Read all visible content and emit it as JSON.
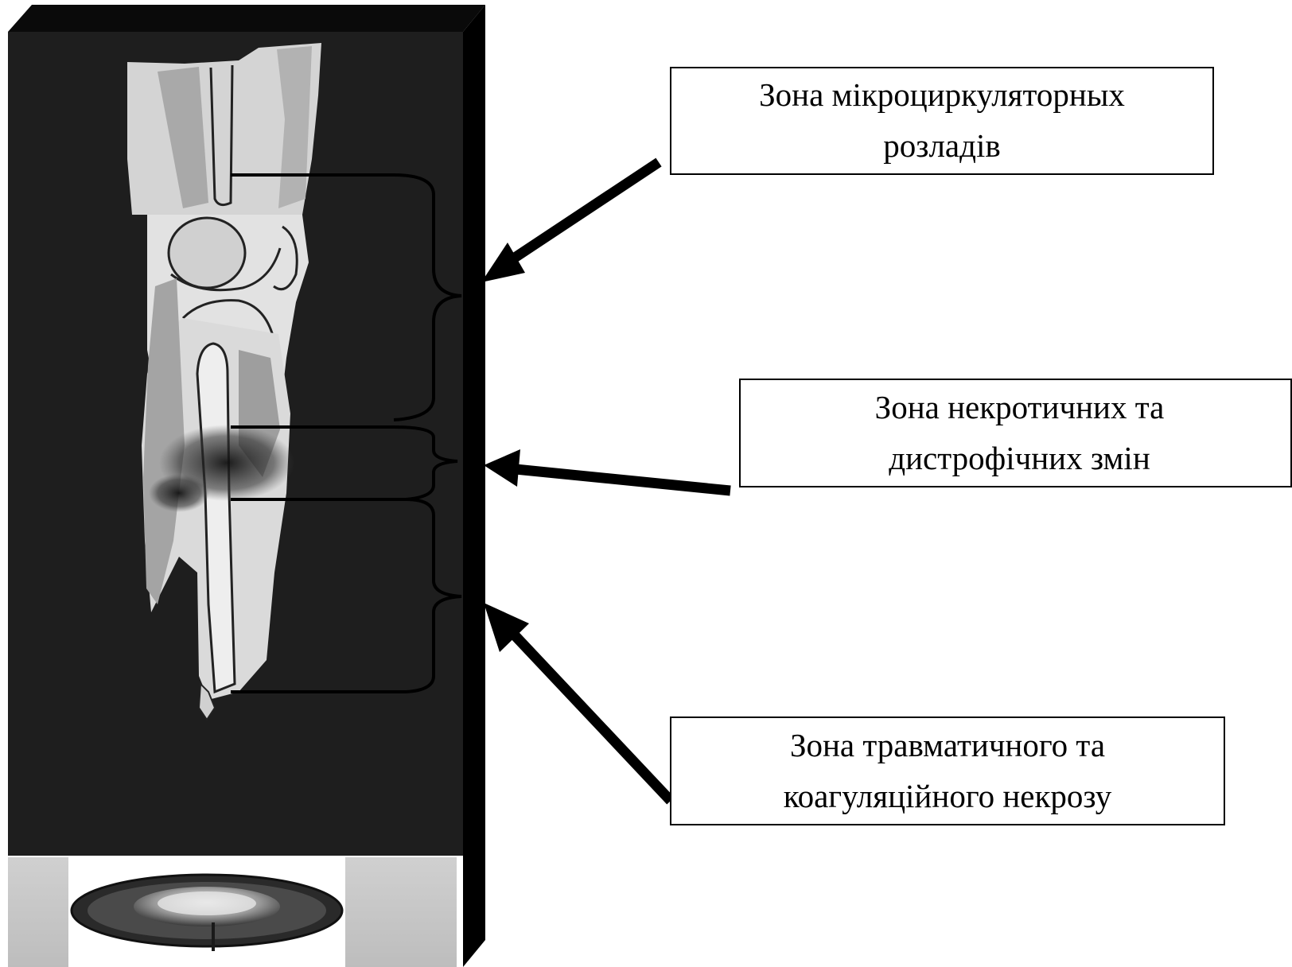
{
  "labels": {
    "microcirculatory": {
      "line1": "Зона мікроциркуляторных",
      "line2": "розладів"
    },
    "necrotic": {
      "line1": "Зона некротичних та",
      "line2": "дистрофічних змін"
    },
    "traumatic": {
      "line1": "Зона травматичного та",
      "line2": "коагуляційного некрозу"
    }
  },
  "colors": {
    "background": "#ffffff",
    "panel": "#1e1e1e",
    "panel_shadow": "#000000",
    "tissue": "#dcdcdc",
    "muscle": "#a8a8a8",
    "base": "#c4c4c4",
    "arrow": "#000000"
  },
  "icons": {
    "specimen": "bone-cross-section-illustration",
    "stand": "round-stand-icon"
  }
}
